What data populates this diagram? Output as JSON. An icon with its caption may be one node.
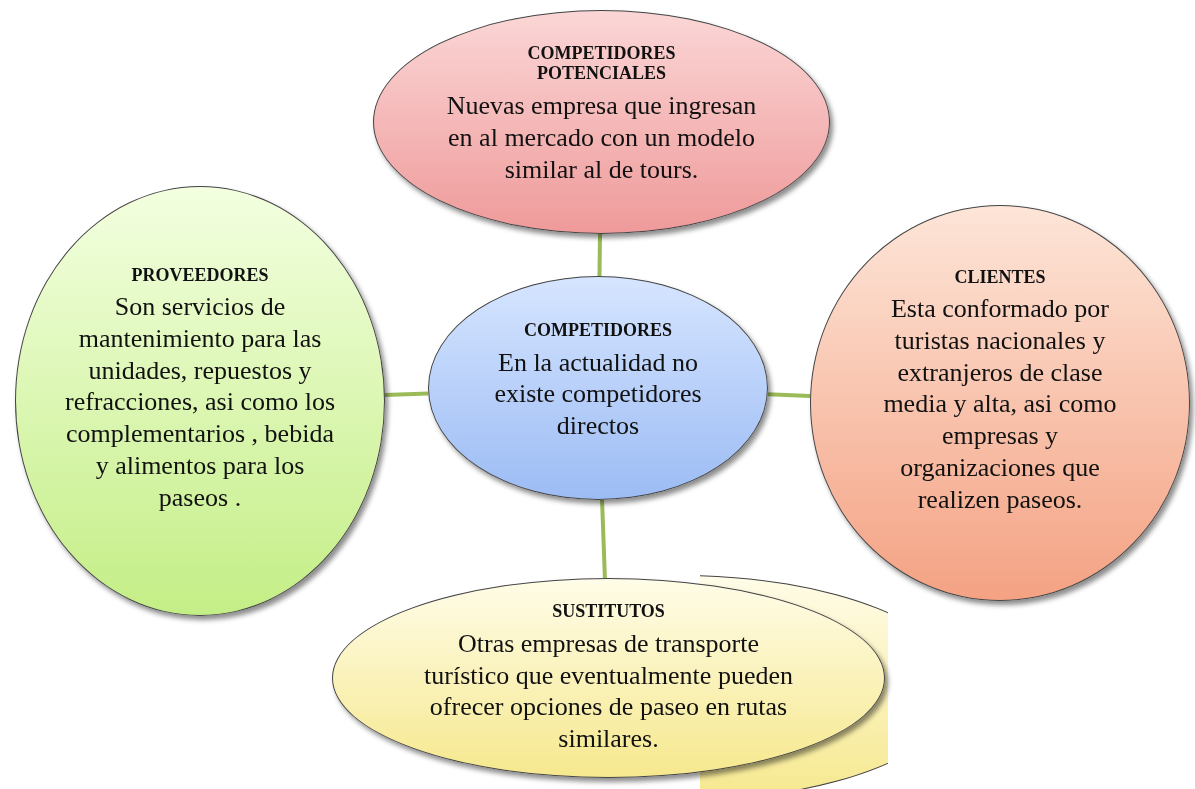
{
  "diagram": {
    "nodes": [
      {
        "text": [
          "COMPETIDORES",
          "En la actualidad no existe competidores directos"
        ]
      },
      {
        "text": [
          "COMPETIDORES POTENCIALES",
          "Nuevas empresa que ingresan en al mercado con un modelo similar al de tours."
        ]
      },
      {
        "text": [
          "PROVEEDORES",
          "Son servicios de mantenimiento para las unidades, repuestos y refracciones, asi como los complementarios , bebida y alimentos para los paseos ."
        ]
      },
      {
        "text": [
          "CLIENTES",
          "Esta conformado por turistas nacionales y extranjeros de clase media y alta, asi como empresas y organizaciones que realizen paseos."
        ]
      },
      {
        "text": [],
        "shape": "circle"
      },
      {
        "text": [
          "SUSTITUTOS",
          "Otras empresas de transporte turístico que eventualmente pueden ofrecer opciones de paseo en rutas similares."
        ]
      }
    ],
    "edges": [
      {
        "from": 0,
        "to": 1,
        "arrow": "none"
      },
      {
        "from": 0,
        "to": 2,
        "arrow": "none"
      },
      {
        "from": 0,
        "to": 3,
        "arrow": "none"
      },
      {
        "from": 0,
        "to": 5,
        "arrow": "none"
      }
    ]
  }
}
